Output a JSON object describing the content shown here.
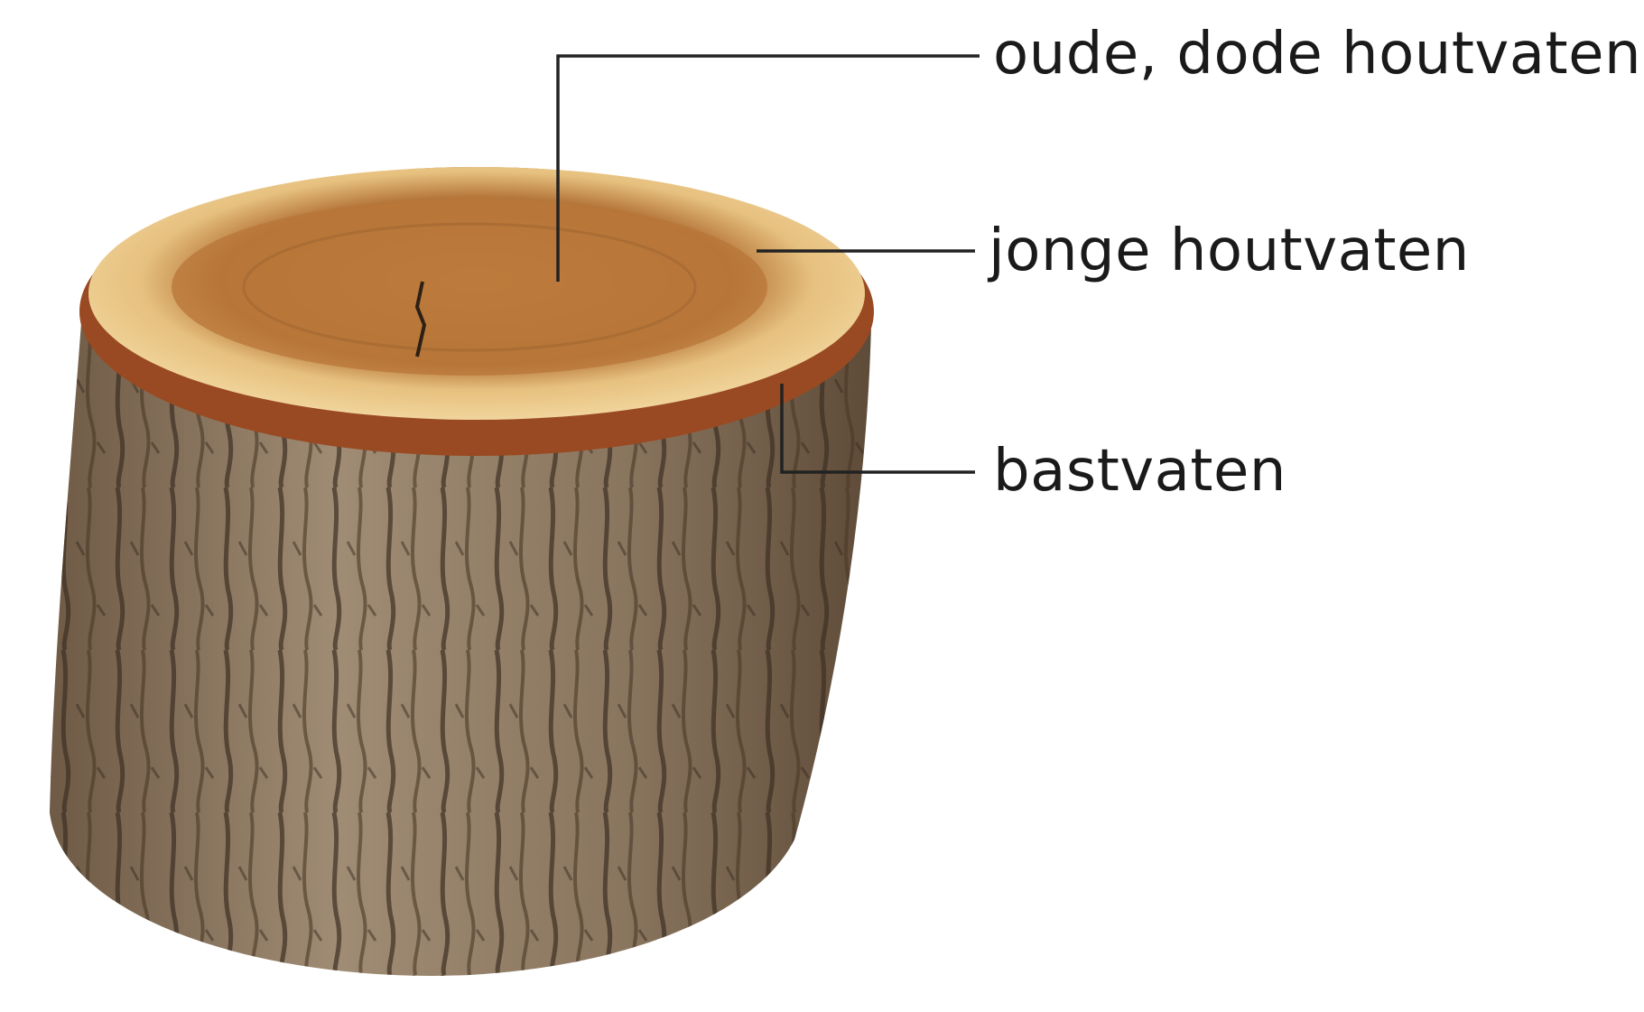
{
  "labels": {
    "old_xylem": "oude, dode houtvaten",
    "young_xylem": "jonge houtvaten",
    "phloem": "bastvaten"
  },
  "colors": {
    "bark_dark": "#5b4632",
    "bark_mid": "#8d7862",
    "bark_light": "#b6a48d",
    "sapwood": "#efcf8e",
    "heartwood": "#b9793a",
    "bark_edge": "#9a4a22",
    "leader_line": "#222222"
  }
}
